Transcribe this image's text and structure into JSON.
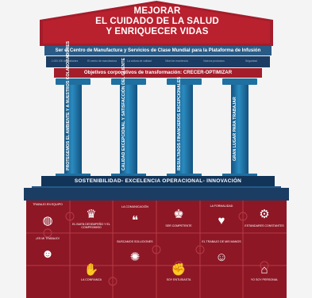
{
  "roof": {
    "title_line1": "MEJORAR",
    "title_line2": "EL CUIDADO DE LA SALUD",
    "title_line3": "Y ENRIQUECER VIDAS"
  },
  "mission": "Ser el Centro de Manufactura y Servicios de Clase Mundial para la Plataforma de Infusión",
  "mini_items": [
    "1.000.000 de unidades",
    "El centro de manufactura",
    "La cultura de calidad",
    "Nivel de excelencia",
    "Nuevos productos",
    "Seguridad"
  ],
  "objectives": "Objetivos corporativos de transformación: CRECER-OPTIMIZAR",
  "pillars": [
    "PROTEGEMOS EL AMBIENTE Y A NUESTROS COLABORADORES",
    "CALIDAD EXCEPCIONAL Y SATISFACCIÓN DEL CLIENTE",
    "RESULTADOS FINANCIEROS EXCEPCIONALES",
    "GRAN LUGAR PARA TRABAJAR"
  ],
  "foundation": "SOSTENIBILIDAD- EXCELENCIA OPERACIONAL- INNOVACIÓN",
  "values": [
    {
      "label": "TRABAJO EN EQUIPO",
      "icon": "globe-icon",
      "glyph": "◍"
    },
    {
      "label": "EL BUEN DESEMPEÑO Y EL COMPROMISO",
      "icon": "trophy-icon",
      "glyph": "♛"
    },
    {
      "label": "LA COMUNICACIÓN",
      "icon": "speech-icon",
      "glyph": "❝"
    },
    {
      "label": "SER COMPETENTE",
      "icon": "crown-icon",
      "glyph": "♚"
    },
    {
      "label": "LA FORMALIDAD",
      "icon": "heart-icon",
      "glyph": "♥"
    },
    {
      "label": "ESTANDARES CONSTANTES",
      "icon": "gear-icon",
      "glyph": "⚙"
    },
    {
      "label": "¡ES MI TRABAJO!",
      "icon": "person-icon",
      "glyph": "☻"
    },
    {
      "label": "BUSCAMOS SOLUCIONES",
      "icon": "lightbulb-icon",
      "glyph": "✺"
    },
    {
      "label": "LA CONFIANZA",
      "icon": "handshake-icon",
      "glyph": "✋"
    },
    {
      "label": "SOY ENTUSIASTA",
      "icon": "muscle-icon",
      "glyph": "✊"
    },
    {
      "label": "EL TRABAJO DE MIS MANOS",
      "icon": "face-icon",
      "glyph": "☺"
    },
    {
      "label": "YO SOY PERSONAL",
      "icon": "house-icon",
      "glyph": "⌂"
    }
  ],
  "colors": {
    "red": "#a31d2b",
    "dark_blue": "#133459",
    "blue": "#1f6fa0",
    "puzzle_red": "#8e1725"
  }
}
